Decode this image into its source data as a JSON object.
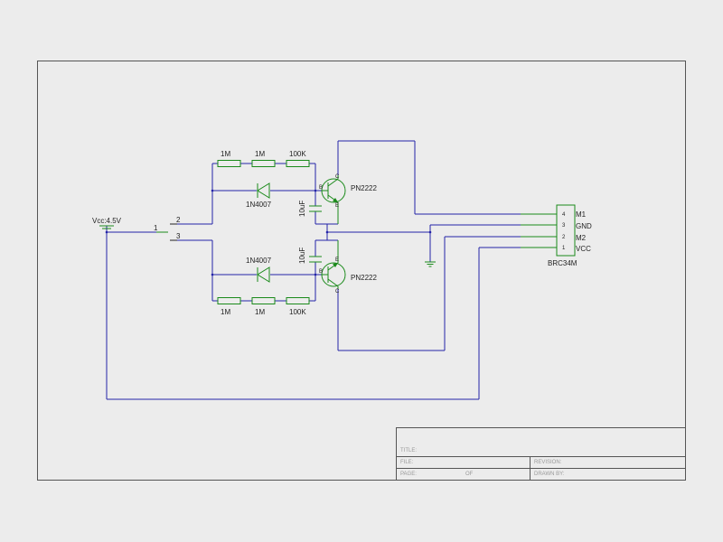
{
  "source": {
    "label": "Vcc:4.5V"
  },
  "switch": {
    "pin1": "1",
    "pin2": "2",
    "pin3": "3"
  },
  "top_branch": {
    "resistors": [
      "1M",
      "1M",
      "100K"
    ],
    "diode": "1N4007",
    "capacitor": "10uF",
    "transistor": "PN2222",
    "pin_c": "C",
    "pin_b": "B",
    "pin_e": "E"
  },
  "bottom_branch": {
    "resistors": [
      "1M",
      "1M",
      "100K"
    ],
    "diode": "1N4007",
    "capacitor": "10uF",
    "transistor": "PN2222",
    "pin_c": "C",
    "pin_b": "B",
    "pin_e": "E"
  },
  "connector": {
    "name": "BRC34M",
    "pins": [
      {
        "num": "4",
        "label": "M1"
      },
      {
        "num": "3",
        "label": "GND"
      },
      {
        "num": "2",
        "label": "M2"
      },
      {
        "num": "1",
        "label": "VCC"
      }
    ]
  },
  "title_block": {
    "title": "TITLE:",
    "file": "FILE:",
    "revision": "REVISION:",
    "page": "PAGE:",
    "of": "OF",
    "drawn_by": "DRAWN BY:"
  }
}
